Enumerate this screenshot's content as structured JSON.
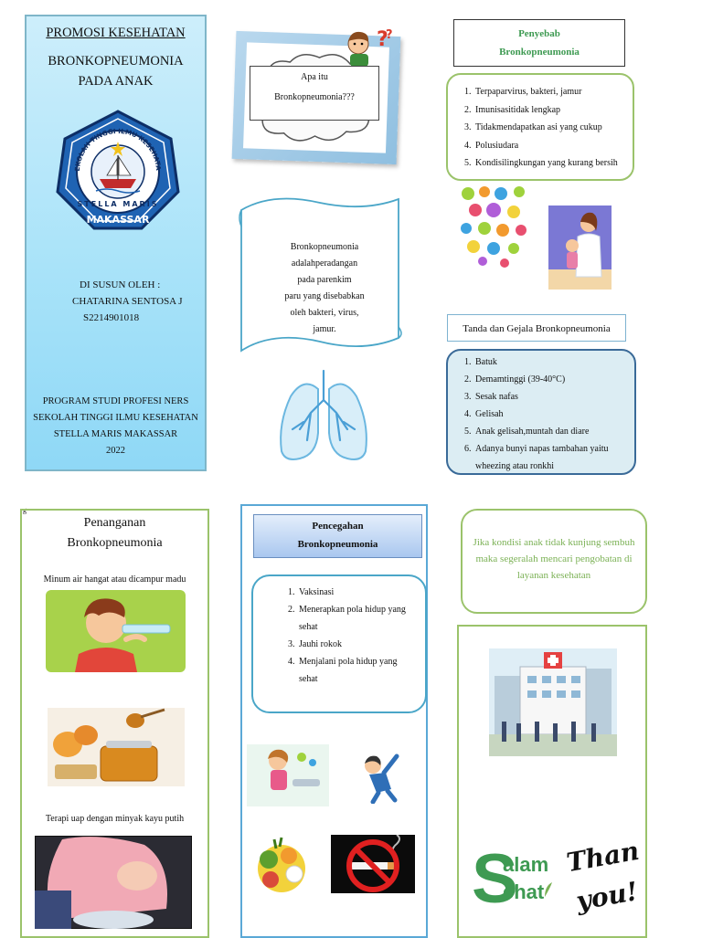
{
  "cover": {
    "title": "PROMOSI KESEHATAN",
    "subtitle_line1": "BRONKOPNEUMONIA",
    "subtitle_line2": "PADA ANAK",
    "logo": {
      "ring_text": "SEKOLAH TINGGI ILMU KESEHATAN",
      "banner_text": "STELLA MARIS",
      "city": "MAKASSAR"
    },
    "author_label": "DI SUSUN OLEH :",
    "author_name": "CHATARINA SENTOSA J",
    "author_nim": "S2214901018",
    "program_lines": [
      "PROGRAM STUDI PROFESI NERS",
      "SEKOLAH TINGGI ILMU KESEHATAN",
      "STELLA MARIS MAKASSAR",
      "2022"
    ]
  },
  "question": {
    "line1": "Apa itu",
    "line2": "Bronkopneumonia???"
  },
  "definition": [
    "Bronkopneumonia",
    "adalahperadangan",
    "pada parenkim",
    "paru yang disebabkan",
    "oleh bakteri, virus,",
    "jamur."
  ],
  "causes": {
    "title_line1": "Penyebab",
    "title_line2": "Bronkopneumonia",
    "items": [
      "Terpaparvirus, bakteri, jamur",
      "Imunisasitidak lengkap",
      "Tidakmendapatkan asi yang cukup",
      "Polusiudara",
      "Kondisilingkungan yang kurang bersih"
    ]
  },
  "symptoms": {
    "title": "Tanda dan Gejala Bronkopneumonia",
    "items": [
      "Batuk",
      "Demamtinggi (39-40°C)",
      "Sesak nafas",
      "Gelisah",
      "Anak gelisah,muntah dan diare",
      "Adanya bunyi napas tambahan yaitu wheezing atau ronkhi"
    ]
  },
  "care": {
    "marker": "g",
    "title_line1": "Penanganan",
    "title_line2": "Bronkopneumonia",
    "caption1": "Minum air hangat atau dicampur madu",
    "caption2": "Terapi uap dengan minyak kayu putih"
  },
  "prevention": {
    "title_line1": "Pencegahan",
    "title_line2": "Bronkopneumonia",
    "items": [
      "Vaksinasi",
      "Menerapkan pola hidup yang sehat",
      "Jauhi rokok",
      "Menjalani pola hidup yang sehat"
    ]
  },
  "note": "Jika kondisi anak tidak kunjung sembuh maka segeralah mencari pengobatan di layanan kesehatan",
  "closing": {
    "salam_line1": "alam",
    "salam_line2": "ehat",
    "salam_initial": "S",
    "thanks_line1": "Thank",
    "thanks_line2": "you!"
  },
  "colors": {
    "cover_blue": "#a9e3f9",
    "green_border": "#9bc36b",
    "green_text": "#3e9a52",
    "navy_border": "#3a6a98",
    "sky_border": "#5aa8d6"
  }
}
